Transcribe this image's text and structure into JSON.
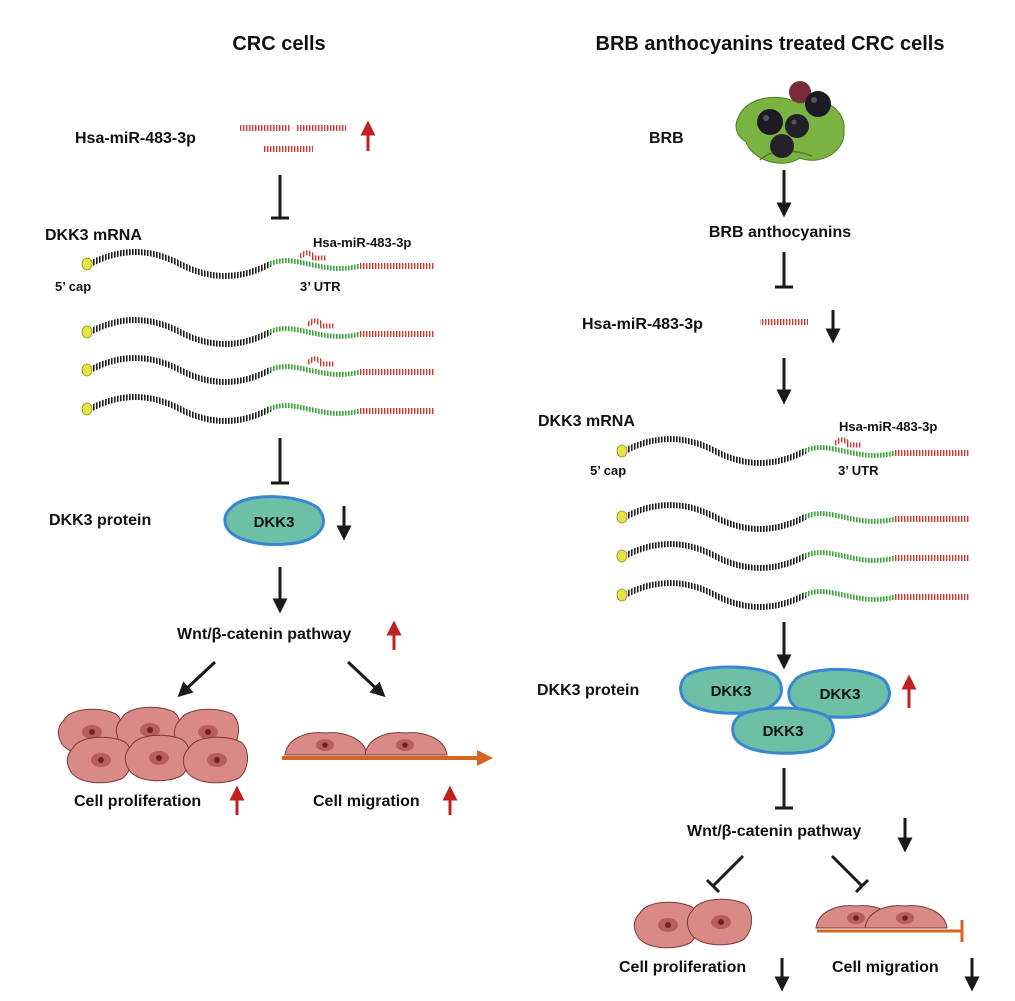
{
  "left_panel": {
    "title": "CRC cells",
    "mirna_label": "Hsa-miR-483-3p",
    "mrna_label": "DKK3 mRNA",
    "mrna_mirna_label": "Hsa-miR-483-3p",
    "cap_label": "5’ cap",
    "utr_label": "3’ UTR",
    "protein_label": "DKK3 protein",
    "protein_name": "DKK3",
    "pathway_label": "Wnt/β-catenin pathway",
    "proliferation_label": "Cell proliferation",
    "migration_label": "Cell migration"
  },
  "right_panel": {
    "title": "BRB anthocyanins treated CRC cells",
    "brb_label": "BRB",
    "anthocyanins_label": "BRB anthocyanins",
    "mirna_label": "Hsa-miR-483-3p",
    "mrna_label": "DKK3 mRNA",
    "mrna_mirna_label": "Hsa-miR-483-3p",
    "cap_label": "5’ cap",
    "utr_label": "3’ UTR",
    "protein_label": "DKK3 protein",
    "protein_names": [
      "DKK3",
      "DKK3",
      "DKK3"
    ],
    "pathway_label": "Wnt/β-catenin pathway",
    "proliferation_label": "Cell proliferation",
    "migration_label": "Cell migration"
  },
  "colors": {
    "up_arrow": "#c0201f",
    "down_arrow": "#1a1a1a",
    "dkk3_fill": "#6dbfa6",
    "dkk3_stroke": "#3a86d4",
    "mrna_black": "#1a1a1a",
    "mrna_green": "#3aa33a",
    "mirna_red": "#d2362c",
    "cap_yellow": "#e7e345",
    "cell_fill": "#d98a87",
    "migration_line": "#d6651f"
  }
}
